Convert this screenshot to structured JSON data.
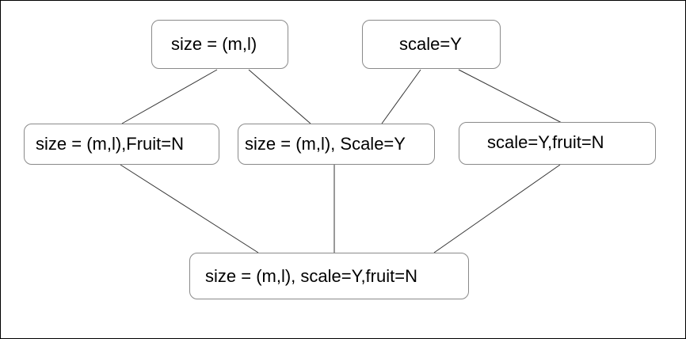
{
  "diagram": {
    "nodes": [
      {
        "id": "n1",
        "label": "size = (m,l)"
      },
      {
        "id": "n2",
        "label": "scale=Y"
      },
      {
        "id": "n3",
        "label": "size = (m,l),Fruit=N"
      },
      {
        "id": "n4",
        "label": "size = (m,l), Scale=Y"
      },
      {
        "id": "n5",
        "label": "scale=Y,fruit=N"
      },
      {
        "id": "n6",
        "label": "size = (m,l), scale=Y,fruit=N"
      }
    ],
    "edges": [
      {
        "from": "n1",
        "to": "n3"
      },
      {
        "from": "n1",
        "to": "n4"
      },
      {
        "from": "n2",
        "to": "n4"
      },
      {
        "from": "n2",
        "to": "n5"
      },
      {
        "from": "n3",
        "to": "n6"
      },
      {
        "from": "n4",
        "to": "n6"
      },
      {
        "from": "n5",
        "to": "n6"
      }
    ]
  }
}
